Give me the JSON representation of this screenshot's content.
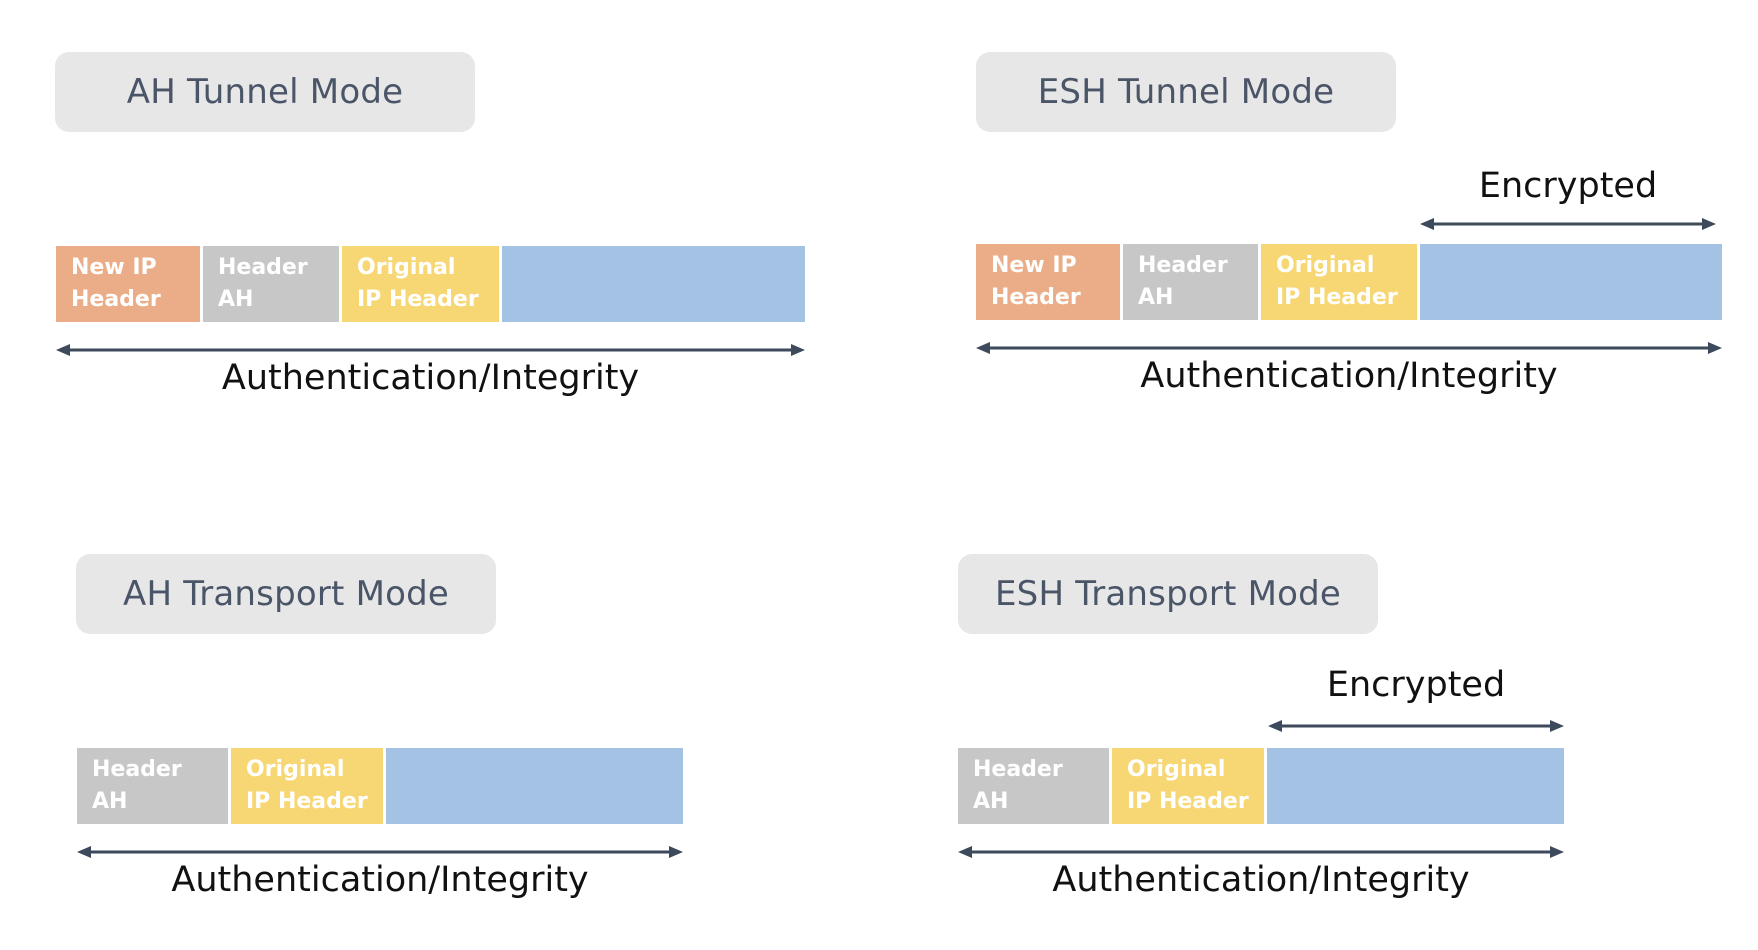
{
  "panels": {
    "ah_tunnel": {
      "title": "AH Tunnel Mode",
      "segments": {
        "new_ip": [
          "New IP",
          "Header"
        ],
        "ah": [
          "Header",
          "AH"
        ],
        "orig": [
          "Original",
          "IP Header"
        ]
      },
      "auth_label": "Authentication/Integrity"
    },
    "esh_tunnel": {
      "title": "ESH Tunnel Mode",
      "segments": {
        "new_ip": [
          "New IP",
          "Header"
        ],
        "ah": [
          "Header",
          "AH"
        ],
        "orig": [
          "Original",
          "IP Header"
        ]
      },
      "encrypted_label": "Encrypted",
      "auth_label": "Authentication/Integrity"
    },
    "ah_transport": {
      "title": "AH Transport Mode",
      "segments": {
        "ah": [
          "Header",
          "AH"
        ],
        "orig": [
          "Original",
          "IP Header"
        ]
      },
      "auth_label": "Authentication/Integrity"
    },
    "esh_transport": {
      "title": "ESH Transport Mode",
      "segments": {
        "ah": [
          "Header",
          "AH"
        ],
        "orig": [
          "Original",
          "IP Header"
        ]
      },
      "encrypted_label": "Encrypted",
      "auth_label": "Authentication/Integrity"
    }
  },
  "colors": {
    "new_ip_header": "#eaad87",
    "ah_header": "#c7c7c7",
    "original_ip_header": "#f7d774",
    "payload": "#a3c2e4",
    "title_pill": "#e7e7e7",
    "arrow": "#3d4a5c"
  }
}
